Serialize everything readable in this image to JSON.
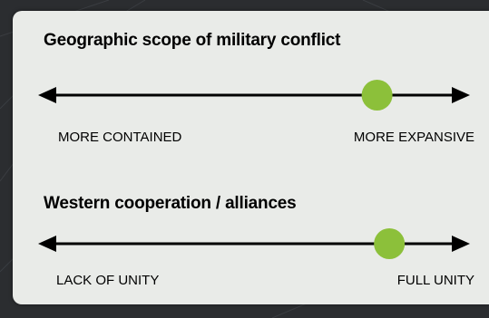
{
  "scales": [
    {
      "title": "Geographic scope of military conflict",
      "left_label": "MORE CONTAINED",
      "right_label": "MORE EXPANSIVE",
      "position": 0.8
    },
    {
      "title": "Western cooperation / alliances",
      "left_label": "LACK OF UNITY",
      "right_label": "FULL UNITY",
      "position": 0.83
    }
  ],
  "colors": {
    "marker": "#8cc03a",
    "line": "#000000",
    "panel": "#e9ebe8",
    "background": "#2b2d30"
  },
  "icons": [
    "left-arrowhead-icon",
    "right-arrowhead-icon",
    "marker-dot-icon"
  ]
}
